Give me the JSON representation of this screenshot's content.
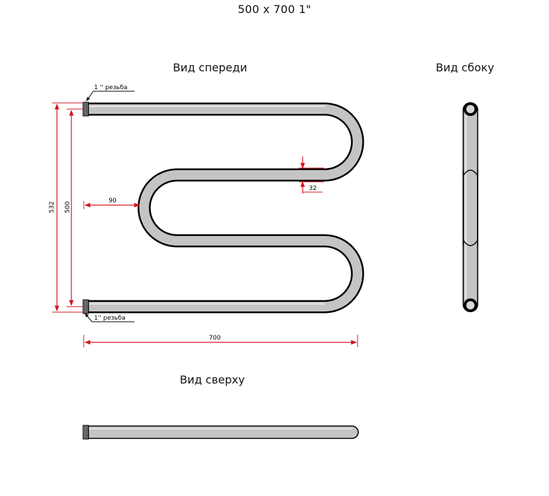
{
  "title": "500 x 700 1\"",
  "views": {
    "front": "Вид спереди",
    "side": "Вид сбоку",
    "top": "Вид сверху"
  },
  "dimensions": {
    "overall_height": "532",
    "center_height": "500",
    "width": "700",
    "inner_offset": "90",
    "pipe_diameter": "32"
  },
  "callouts": {
    "thread_top": "1 '' резьба",
    "thread_bottom": "1'' резьба"
  },
  "colors": {
    "pipe_fill": "#bfbfbf",
    "outline": "#000000",
    "dimension": "#d2141e"
  }
}
